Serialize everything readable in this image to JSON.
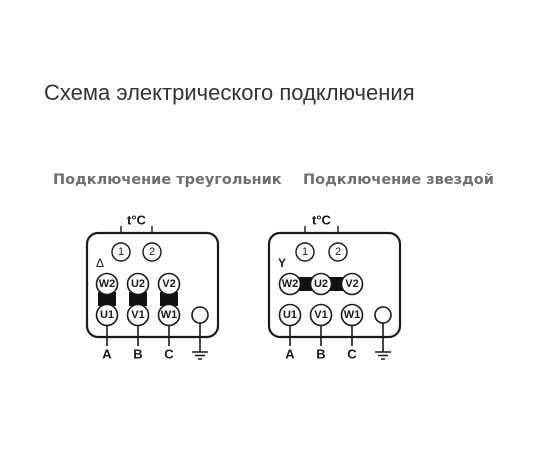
{
  "page": {
    "title": "Схема электрического подключения"
  },
  "diagrams": [
    {
      "id": "delta",
      "caption": "Подключение треугольник",
      "symbol": "Δ",
      "thermal_label": "t°C",
      "thermal_terminals": [
        "1",
        "2"
      ],
      "top_row": [
        "W2",
        "U2",
        "V2"
      ],
      "bottom_row": [
        "U1",
        "V1",
        "W1"
      ],
      "phases": [
        "A",
        "B",
        "C"
      ],
      "bridges": "vertical"
    },
    {
      "id": "star",
      "caption": "Подключение звездой",
      "symbol": "Y",
      "thermal_label": "t°C",
      "thermal_terminals": [
        "1",
        "2"
      ],
      "top_row": [
        "W2",
        "U2",
        "V2"
      ],
      "bottom_row": [
        "U1",
        "V1",
        "W1"
      ],
      "phases": [
        "A",
        "B",
        "C"
      ],
      "bridges": "horizontal"
    }
  ],
  "colors": {
    "line": "#1a1a1a",
    "bridge": "#111111",
    "caption": "#6f6f6f",
    "title": "#333333"
  }
}
